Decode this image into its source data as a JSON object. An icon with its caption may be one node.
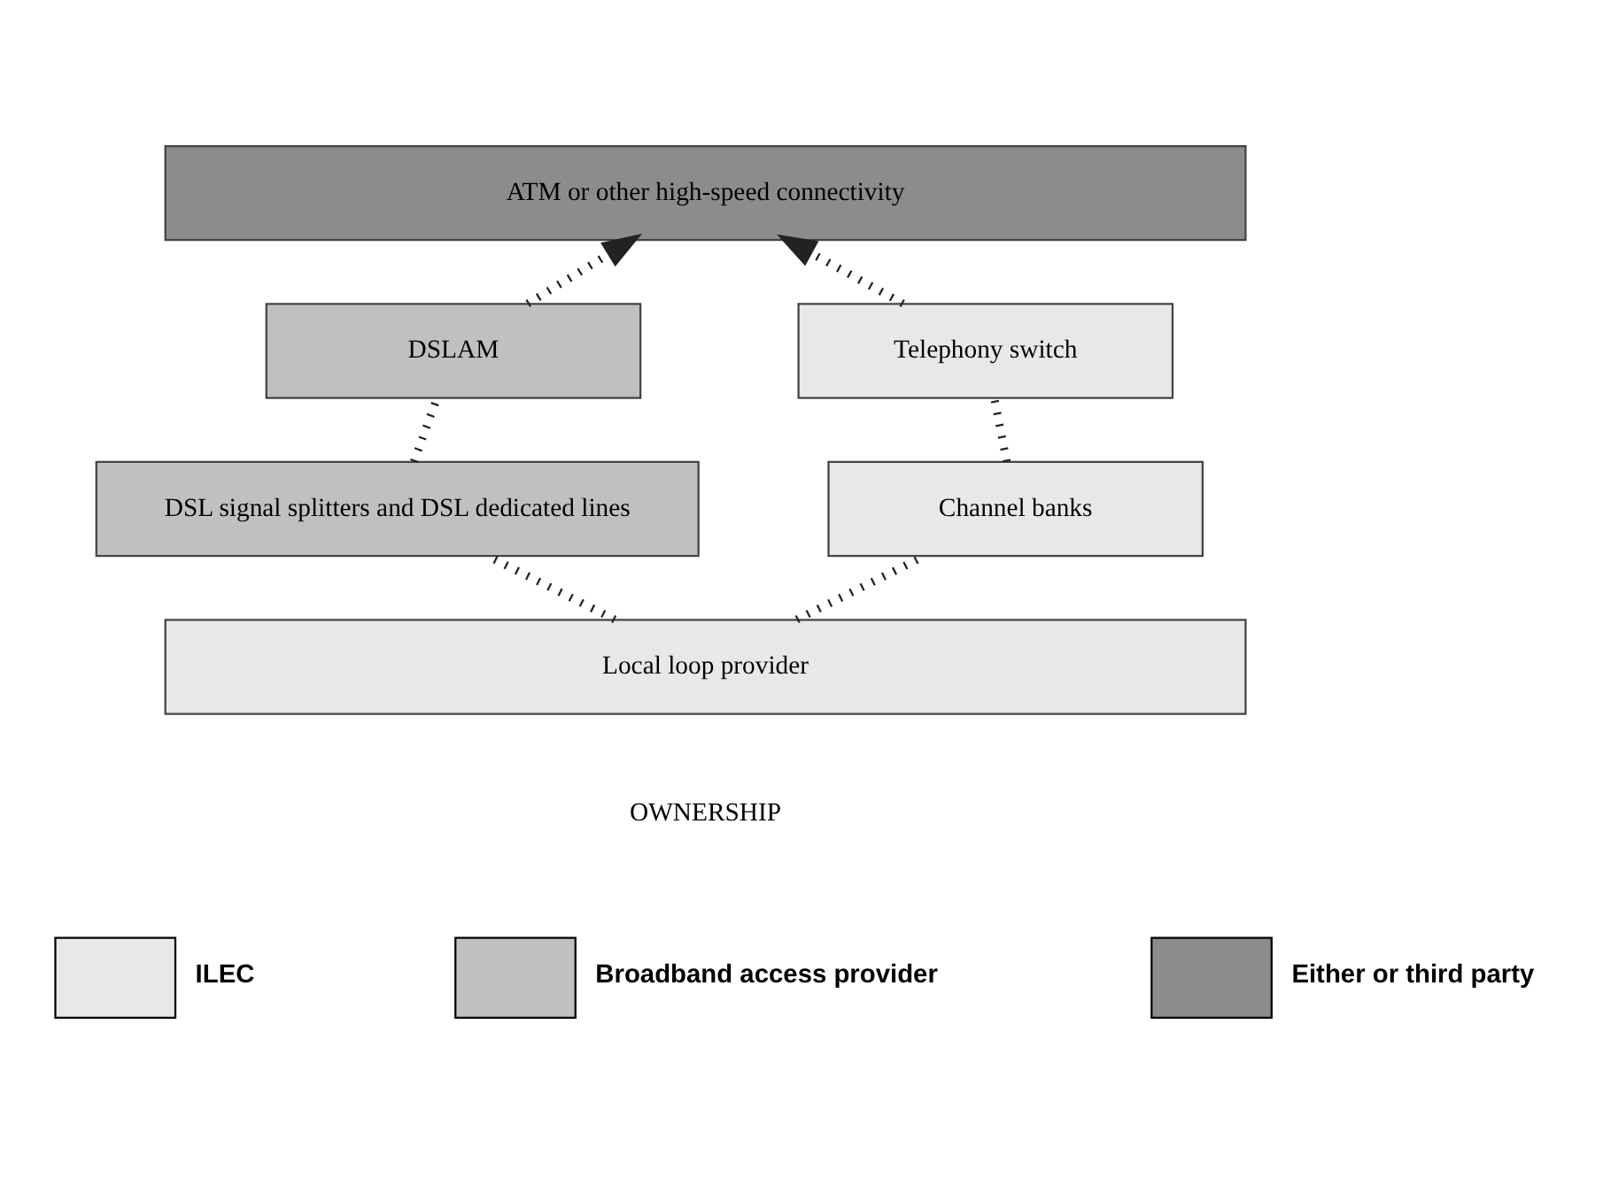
{
  "diagram": {
    "nodes": [
      {
        "text": [
          "ATM or other high-speed connectivity"
        ]
      },
      {
        "text": [
          "DSLAM"
        ]
      },
      {
        "text": [
          "Telephony switch"
        ]
      },
      {
        "text": [
          "DSL signal splitters and DSL dedicated lines"
        ]
      },
      {
        "text": [
          "Channel banks"
        ]
      },
      {
        "text": [
          "Local loop provider"
        ]
      }
    ],
    "edges": [
      {
        "from": 1,
        "to": 0,
        "arrow": "to"
      },
      {
        "from": 2,
        "to": 0,
        "arrow": "to"
      },
      {
        "from": 3,
        "to": 1,
        "arrow": "none"
      },
      {
        "from": 4,
        "to": 2,
        "arrow": "none"
      },
      {
        "from": 5,
        "to": 3,
        "arrow": "none"
      },
      {
        "from": 5,
        "to": 4,
        "arrow": "none"
      }
    ],
    "labels": [
      "OWNERSHIP"
    ],
    "legend": [
      {
        "text": "ILEC",
        "color": "#e8e8e8"
      },
      {
        "text": "Broadband access provider",
        "color": "#c0c0c0"
      },
      {
        "text": "Either or third party",
        "color": "#8c8c8c"
      }
    ]
  }
}
